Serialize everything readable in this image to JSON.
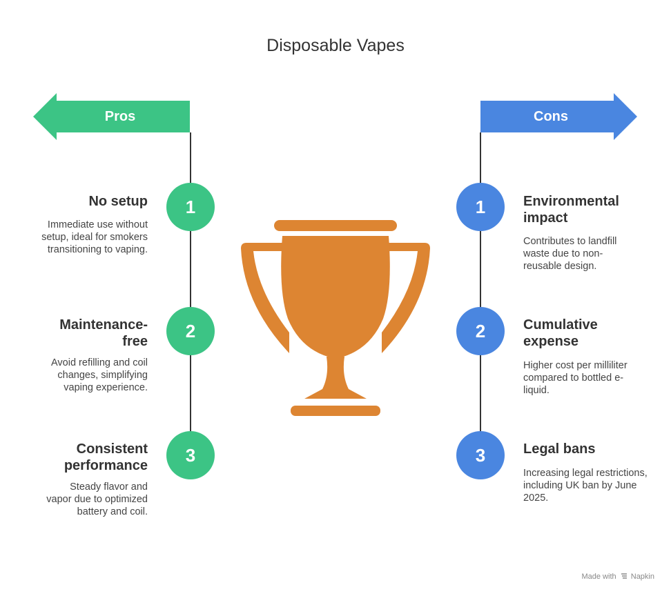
{
  "title": "Disposable Vapes",
  "colors": {
    "pros": "#3CC485",
    "cons": "#4A86E0",
    "trophy": "#DD8532",
    "line": "#333333"
  },
  "pros": {
    "label": "Pros",
    "items": [
      {
        "number": "1",
        "heading": "No setup",
        "description": "Immediate use without setup, ideal for smokers transitioning to vaping."
      },
      {
        "number": "2",
        "heading": "Maintenance-free",
        "description": "Avoid refilling and coil changes, simplifying vaping experience."
      },
      {
        "number": "3",
        "heading": "Consistent performance",
        "description": "Steady flavor and vapor due to optimized battery and coil."
      }
    ]
  },
  "cons": {
    "label": "Cons",
    "items": [
      {
        "number": "1",
        "heading": "Environmental impact",
        "description": "Contributes to landfill waste due to non-reusable design."
      },
      {
        "number": "2",
        "heading": "Cumulative expense",
        "description": "Higher cost per milliliter compared to bottled e-liquid."
      },
      {
        "number": "3",
        "heading": "Legal bans",
        "description": "Increasing legal restrictions, including UK ban by June 2025."
      }
    ]
  },
  "center_icon": "trophy-icon",
  "footer": {
    "text": "Made with",
    "brand": "Napkin",
    "icon": "napkin-logo-icon"
  }
}
